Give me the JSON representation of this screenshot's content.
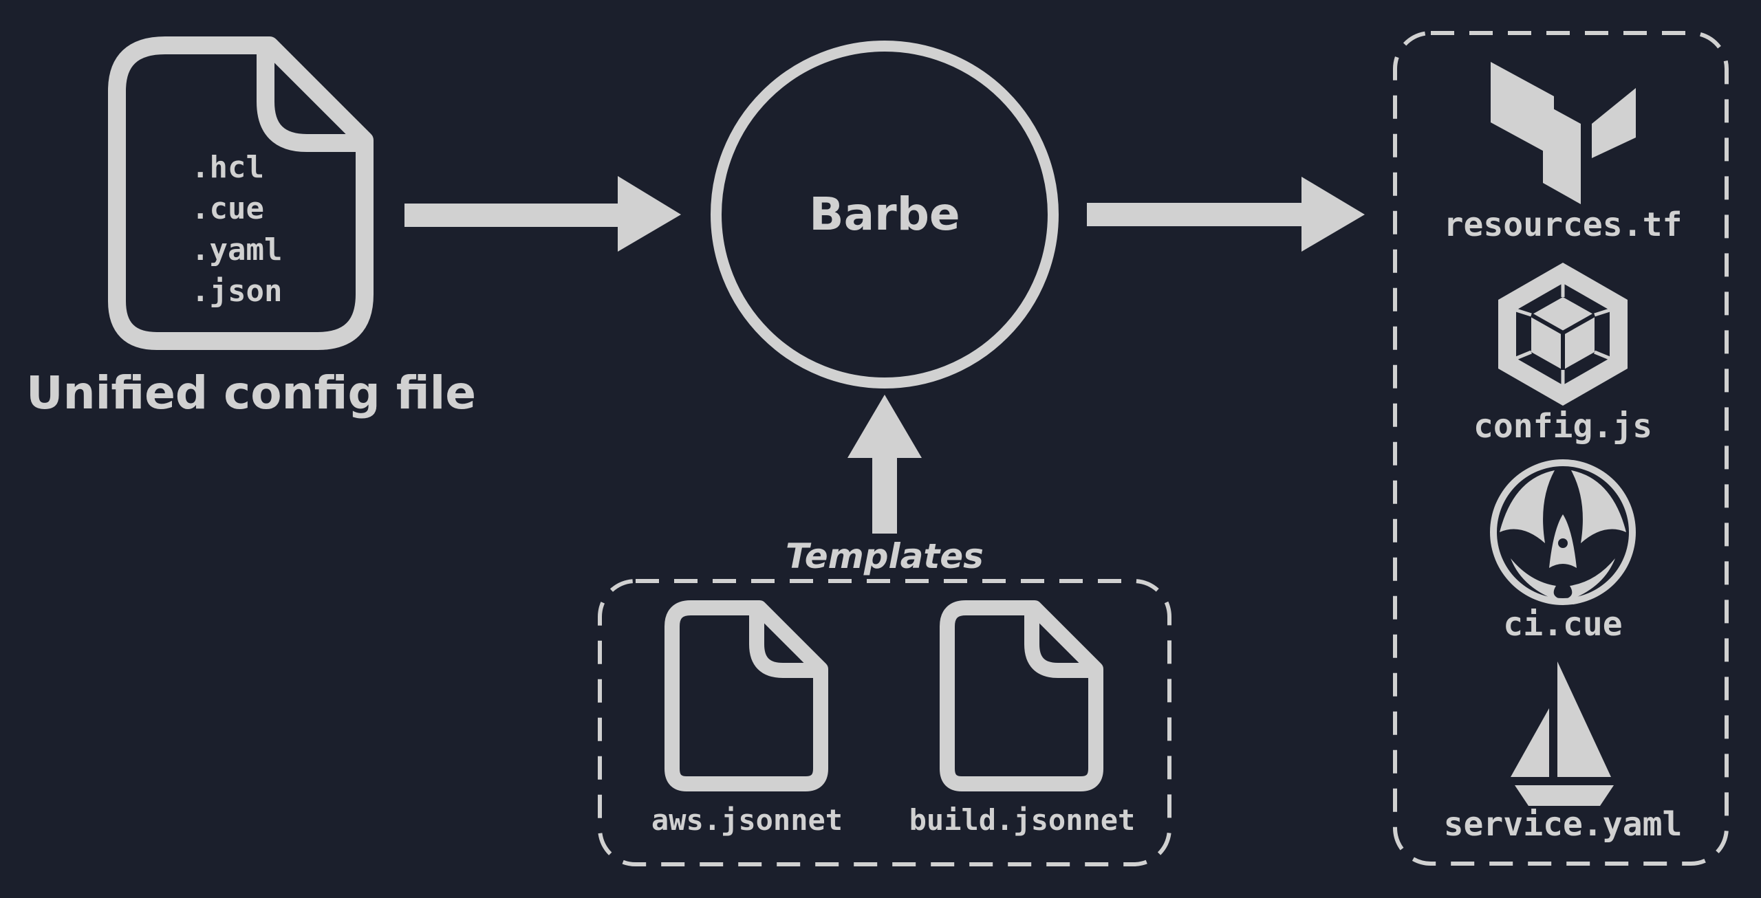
{
  "colors": {
    "background": "#1b1f2c",
    "foreground": "#d1d1d1"
  },
  "input": {
    "extensions": [
      ".hcl",
      ".cue",
      ".yaml",
      ".json"
    ],
    "caption": "Unified config file"
  },
  "engine": {
    "label": "Barbe"
  },
  "templates": {
    "title": "Templates",
    "files": [
      "aws.jsonnet",
      "build.jsonnet"
    ]
  },
  "outputs": [
    {
      "label": "resources.tf",
      "icon": "terraform-icon"
    },
    {
      "label": "config.js",
      "icon": "webpack-icon"
    },
    {
      "label": "ci.cue",
      "icon": "cue-icon"
    },
    {
      "label": "service.yaml",
      "icon": "sail-icon"
    }
  ]
}
